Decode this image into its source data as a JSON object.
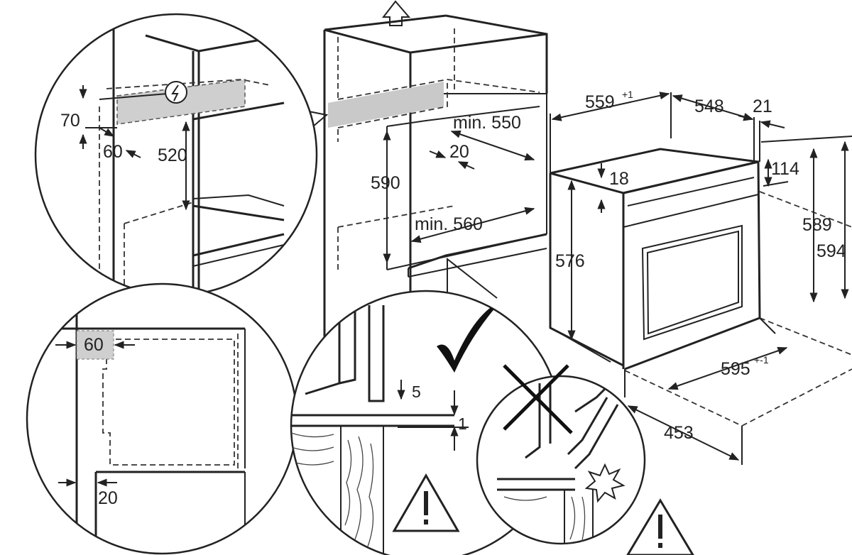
{
  "callout_top_left": {
    "dims": {
      "height_70": "70",
      "depth_60": "60",
      "height_520": "520"
    },
    "icon": "electric-socket-icon"
  },
  "callout_bottom_left": {
    "dims": {
      "side_60": "60",
      "bottom_20": "20"
    }
  },
  "cabinet": {
    "dims": {
      "width_min_550": "min. 550",
      "gap_20": "20",
      "height_590": "590",
      "depth_min_560": "min. 560"
    },
    "icon": "arrow-up-icon"
  },
  "oven": {
    "dims": {
      "width_559": "559",
      "width_559_tol": "+1",
      "depth_548": "548",
      "door_21": "21",
      "top_18": "18",
      "panel_114": "114",
      "height_589": "589",
      "height_594": "594",
      "height_576": "576",
      "front_595": "595",
      "front_595_tol": "+-1",
      "depth_453": "453"
    }
  },
  "detail_correct": {
    "dims": {
      "gap_5": "5",
      "gap_1": "1"
    },
    "icons": [
      "check-icon",
      "warning-icon"
    ]
  },
  "detail_wrong": {
    "icons": [
      "cross-icon",
      "collision-icon",
      "warning-icon"
    ]
  }
}
